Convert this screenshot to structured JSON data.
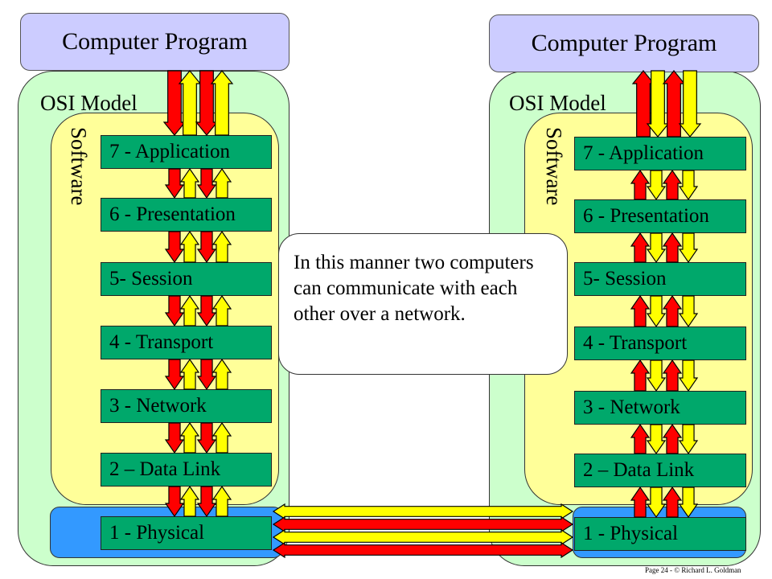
{
  "left_stack": {
    "program_label": "Computer Program",
    "osi_label": "OSI Model",
    "software_label": "Software",
    "layers": [
      "7 - Application",
      "6 - Presentation",
      "5- Session",
      "4 - Transport",
      "3 - Network",
      "2 – Data Link",
      "1 - Physical"
    ]
  },
  "right_stack": {
    "program_label": "Computer Program",
    "osi_label": "OSI Model",
    "software_label": "Software",
    "layers": [
      "7 - Application",
      "6 - Presentation",
      "5- Session",
      "4 - Transport",
      "3 - Network",
      "2 – Data Link",
      "1 - Physical"
    ]
  },
  "callout": {
    "text": "In this manner two computers can communicate with each other over a network."
  },
  "footer": {
    "text": "Page 24 - © Richard L. Goldman"
  },
  "colors": {
    "program_fill": "#ccccff",
    "osi_fill": "#ccffcc",
    "software_fill": "#ffff99",
    "hardware_fill": "#3399ff",
    "layer_fill": "#00a86b",
    "arrow_red": "#ff0000",
    "arrow_yellow": "#ffff00"
  }
}
